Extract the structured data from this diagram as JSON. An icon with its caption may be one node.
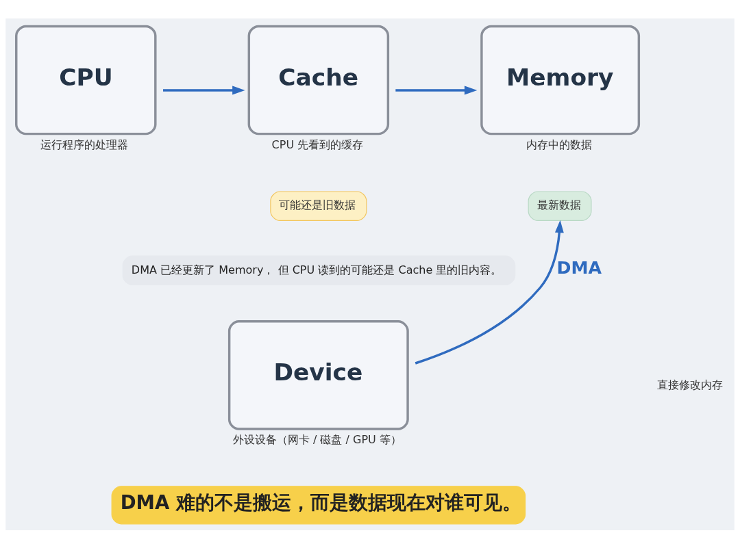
{
  "diagram": {
    "nodes": [
      {
        "text": [
          "CPU"
        ],
        "beside": [
          "运行程序的处理器"
        ]
      },
      {
        "text": [
          "Cache"
        ],
        "beside": [
          "CPU 先看到的缓存"
        ]
      },
      {
        "text": [
          "Memory"
        ],
        "beside": [
          "内存中的数据"
        ]
      },
      {
        "text": [
          "可能还是旧数据"
        ]
      },
      {
        "text": [
          "最新数据"
        ]
      },
      {
        "text": [
          "DMA 已经更新了 Memory， 但 CPU 读到的可能还是 Cache 里的旧内容。"
        ]
      },
      {
        "text": [
          "Device"
        ],
        "beside": [
          "外设设备（网卡 / 磁盘 / GPU 等）"
        ]
      },
      {
        "text": [
          "DMA 难的不是搬运，而是数据现在对谁可见。"
        ]
      }
    ],
    "edges": [
      {
        "from": 0,
        "to": 1,
        "arrow": "to"
      },
      {
        "from": 1,
        "to": 2,
        "arrow": "to"
      },
      {
        "from": 6,
        "to": 4,
        "arrow": "to",
        "label": "DMA"
      }
    ],
    "labels": [
      "直接修改内存"
    ]
  }
}
